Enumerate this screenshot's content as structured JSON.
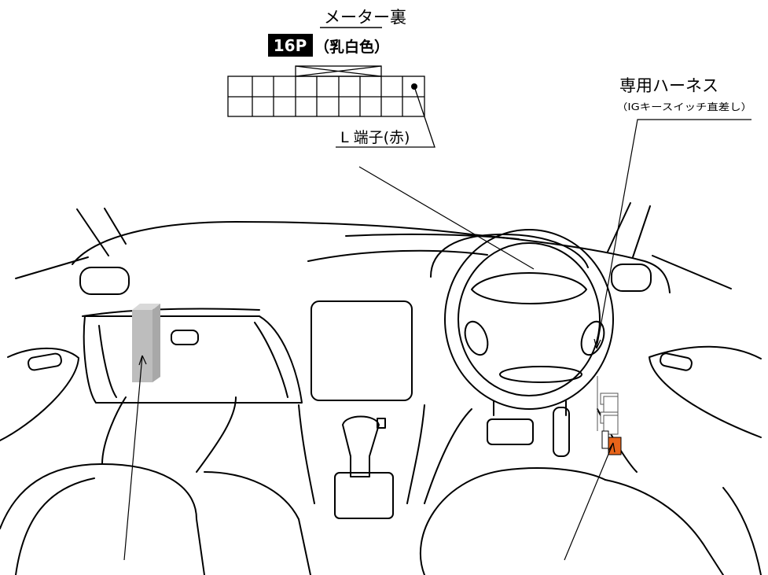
{
  "meter_section": {
    "title": "メーター裏",
    "connector_tag": "16P",
    "connector_color": "（乳白色）",
    "terminal_label": "L 端子(赤)"
  },
  "harness": {
    "title": "専用ハーネス",
    "note": "（IGキースイッチ直差し）"
  },
  "colors": {
    "outline": "#000000",
    "tag_background": "#000000",
    "tag_text": "#ffffff",
    "unit_fill": "#bdbdbd",
    "connector_fill": "#e8641a"
  }
}
